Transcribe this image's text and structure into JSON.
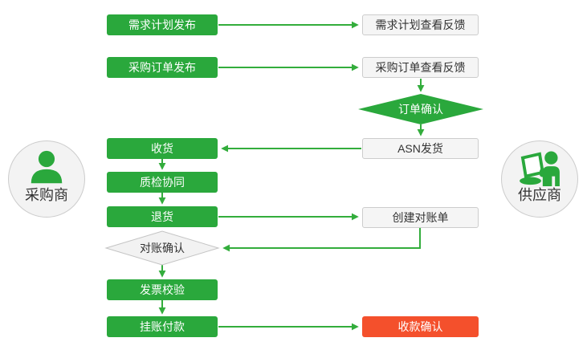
{
  "colors": {
    "green": "#2aa83c",
    "arrow": "#33ad3c",
    "red": "#f4502c",
    "box_text_light": "#ffffff",
    "box_fill_light": "#f5f5f5",
    "box_border": "#cccccc",
    "text_dark": "#333333",
    "circle_fill": "#f3f3f3",
    "diamond_gray_fill": "#f2f2f2",
    "diamond_gray_border": "#c4c4c4"
  },
  "actors": {
    "buyer": {
      "label": "采购商",
      "icon": "person-icon"
    },
    "supplier": {
      "label": "供应商",
      "icon": "person-laptop-icon"
    }
  },
  "nodes": {
    "demand_publish": {
      "label": "需求计划发布",
      "type": "process"
    },
    "demand_feedback": {
      "label": "需求计划查看反馈",
      "type": "process"
    },
    "po_publish": {
      "label": "采购订单发布",
      "type": "process"
    },
    "po_feedback": {
      "label": "采购订单查看反馈",
      "type": "process"
    },
    "order_confirm": {
      "label": "订单确认",
      "type": "decision"
    },
    "asn_ship": {
      "label": "ASN发货",
      "type": "process"
    },
    "receive": {
      "label": "收货",
      "type": "process"
    },
    "quality": {
      "label": "质检协同",
      "type": "process"
    },
    "returns": {
      "label": "退货",
      "type": "process"
    },
    "reconcile_confirm": {
      "label": "对账确认",
      "type": "decision"
    },
    "create_statement": {
      "label": "创建对账单",
      "type": "process"
    },
    "invoice_verify": {
      "label": "发票校验",
      "type": "process"
    },
    "payment": {
      "label": "挂账付款",
      "type": "process"
    },
    "receipt_confirm": {
      "label": "收款确认",
      "type": "end"
    }
  }
}
